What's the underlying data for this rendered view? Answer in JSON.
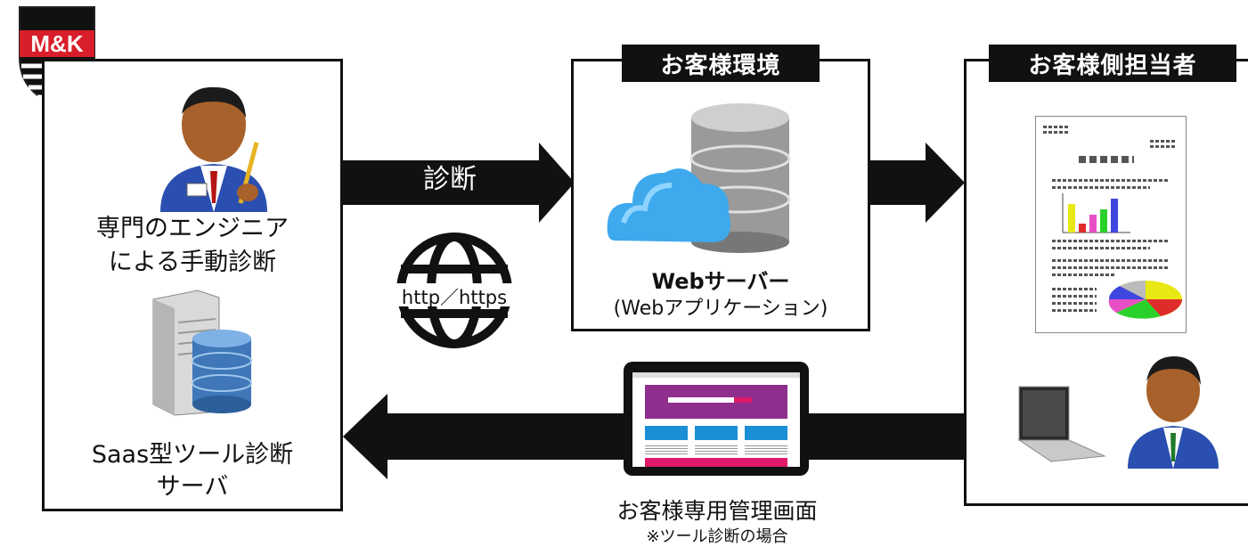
{
  "logo": {
    "text": "M&K"
  },
  "left_box": {
    "line1": "専門のエンジニア",
    "line2": "による手動診断",
    "tool_line1": "Saas型ツール診断",
    "tool_line2": "サーバ"
  },
  "center_arrow": {
    "label": "診断",
    "protocol": "http／https"
  },
  "customer_env": {
    "title": "お客様環境",
    "server_title": "Webサーバー",
    "server_sub": "(Webアプリケーション)"
  },
  "customer_staff": {
    "title": "お客様側担当者"
  },
  "dashboard": {
    "caption": "お客様専用管理画面",
    "note": "※ツール診断の場合"
  },
  "colors": {
    "frame": "#111111",
    "accent_purple": "#8e2f8e",
    "accent_pink": "#e01a6b",
    "accent_blue": "#1b8fd6"
  }
}
